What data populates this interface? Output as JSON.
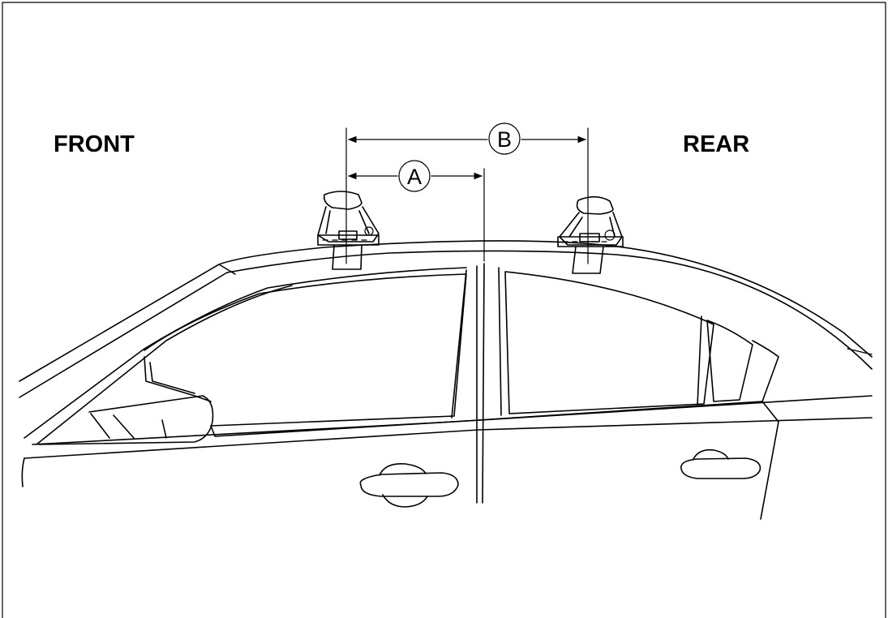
{
  "labels": {
    "front": "FRONT",
    "rear": "REAR"
  },
  "dimensions": {
    "a": "A",
    "b": "B"
  }
}
